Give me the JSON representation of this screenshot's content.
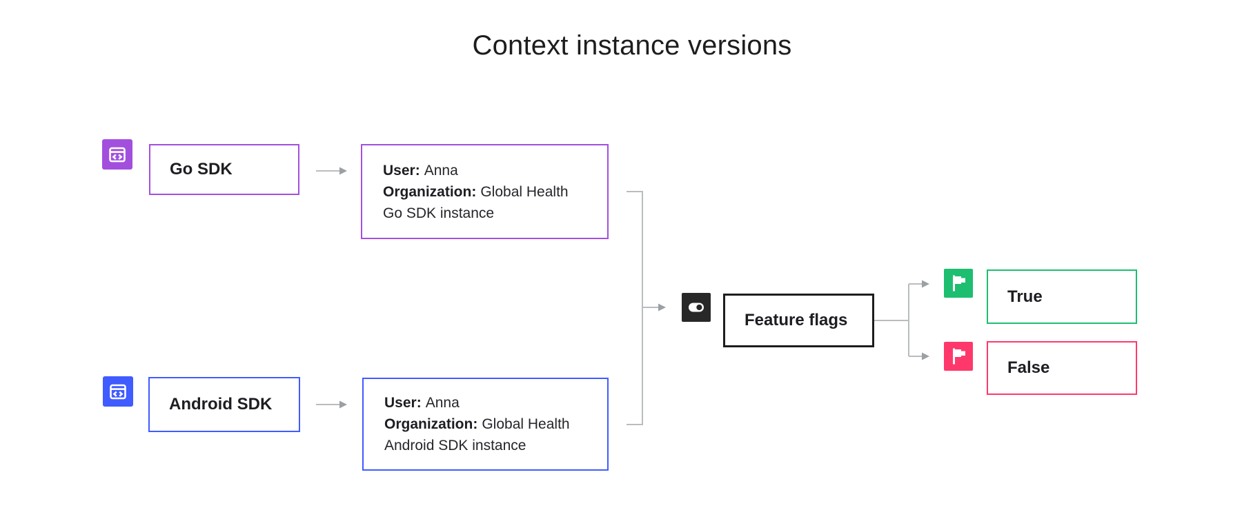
{
  "title": "Context instance versions",
  "colors": {
    "purple": "#a34fde",
    "blue": "#405bff",
    "green": "#1dbe70",
    "pink": "#ff386b",
    "dark": "#282828",
    "ink": "#1d1d22",
    "connector": "#b9bcbe",
    "arrowhead": "#9aa0a3"
  },
  "icons": {
    "go_sdk": "code-window-icon",
    "android_sdk": "code-window-icon",
    "feature_flags": "toggle-icon",
    "true_outcome": "flag-icon",
    "false_outcome": "flag-icon"
  },
  "nodes": {
    "go_sdk": {
      "label": "Go SDK"
    },
    "go_instance": {
      "user_label": "User:",
      "user_value": "Anna",
      "org_label": "Organization:",
      "org_value": "Global Health",
      "instance_line": "Go SDK instance"
    },
    "android_sdk": {
      "label": "Android SDK"
    },
    "android_instance": {
      "user_label": "User:",
      "user_value": "Anna",
      "org_label": "Organization:",
      "org_value": "Global Health",
      "instance_line": "Android SDK instance"
    },
    "feature_flags": {
      "label": "Feature flags"
    },
    "true_outcome": {
      "label": "True"
    },
    "false_outcome": {
      "label": "False"
    }
  }
}
